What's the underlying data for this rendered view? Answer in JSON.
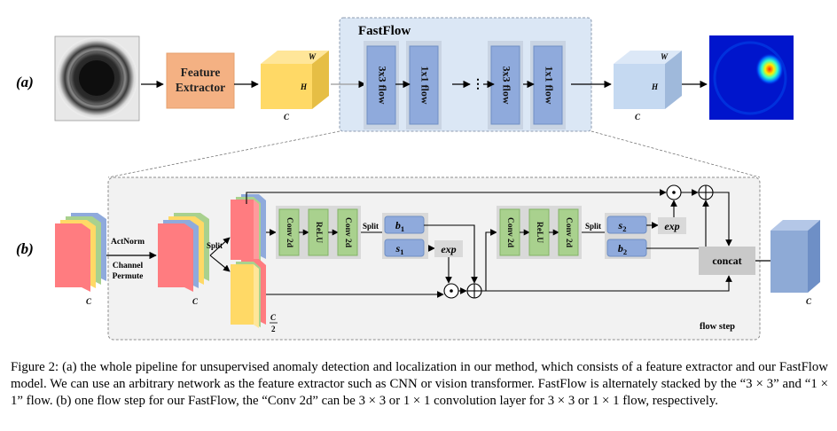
{
  "row_a": {
    "label": "(a)",
    "extractor": "Feature\nExtractor",
    "fastflow_title": "FastFlow",
    "flows": [
      "3x3 flow",
      "1x1 flow",
      "3x3 flow",
      "1x1 flow"
    ],
    "ellipsis": "⋮",
    "cube_in": {
      "w": "W",
      "h": "H",
      "c": "C"
    },
    "cube_out": {
      "w": "W",
      "h": "H",
      "c": "C"
    }
  },
  "row_b": {
    "label": "(b)",
    "input_c": "C",
    "actnorm": "ActNorm",
    "channel_permute": "Channel\nPermute",
    "permuted_c": "C",
    "split1": "Split",
    "half_c_num": "C",
    "half_c_den": "2",
    "conv_block1": [
      "Conv 2d",
      "ReLU",
      "Conv 2d"
    ],
    "split2": "Split",
    "b1_base": "b",
    "b1_sub": "1",
    "s1_base": "s",
    "s1_sub": "1",
    "exp1": "exp",
    "conv_block2": [
      "Conv 2d",
      "ReLU",
      "Conv 2d"
    ],
    "split3": "Split",
    "s2_base": "s",
    "s2_sub": "2",
    "b2_base": "b",
    "b2_sub": "2",
    "exp2": "exp",
    "concat": "concat",
    "flow_step": "flow step",
    "output_c": "C",
    "odot": "⊙",
    "oplus": "⊕"
  },
  "colors": {
    "extractor": "#f4b183",
    "feature_cube": "#ffd966",
    "fastflow_panel": "#dbe7f5",
    "flow_block": "#8faadc",
    "output_cube": "#c5d9f1",
    "conv_block": "#a9d18e",
    "param_box": "#8faadc",
    "step_panel": "#f2f2f2",
    "concat_box": "#c9c9c9",
    "out_cube_b": "#8eaad6"
  },
  "caption": "Figure 2: (a) the whole pipeline for unsupervised anomaly detection and localization in our method, which consists of a feature extractor and our FastFlow model. We can use an arbitrary network as the feature extractor such as CNN or vision transformer. FastFlow is alternately stacked by the “3 × 3” and “1 × 1” flow. (b) one flow step for our FastFlow, the “Conv 2d” can be 3 × 3 or 1 × 1 convolution layer for 3 × 3 or 1 × 1 flow, respectively."
}
